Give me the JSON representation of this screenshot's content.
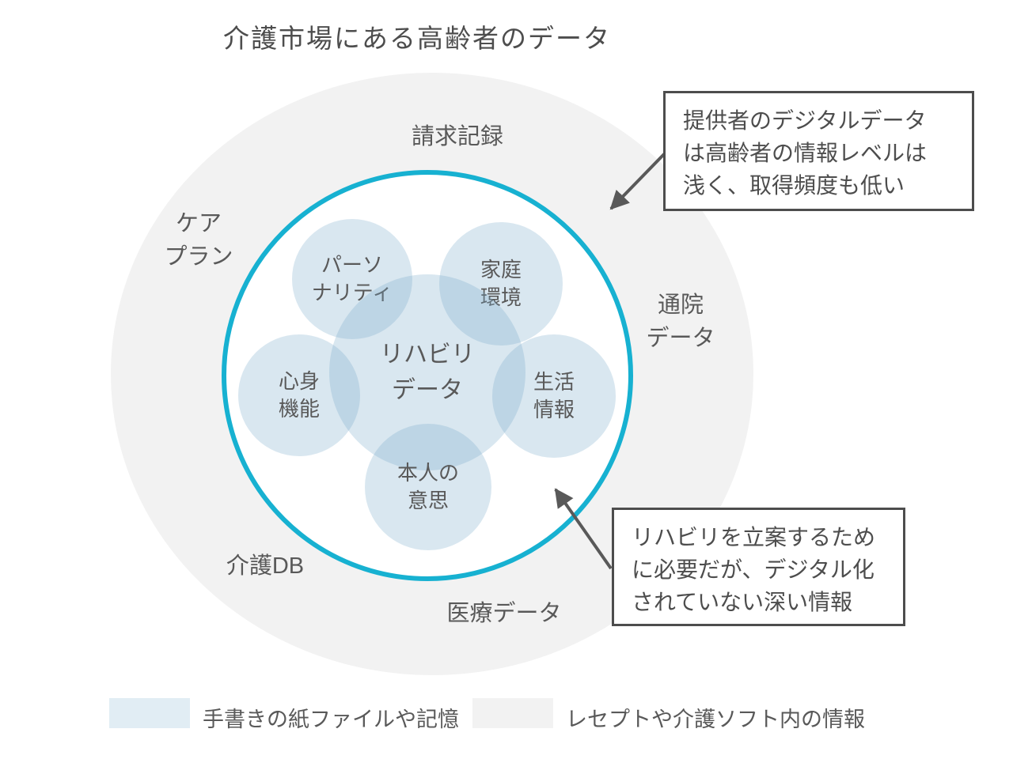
{
  "title": "介護市場にある高齢者のデータ",
  "colors": {
    "accent_cyan": "#17b1d1",
    "bubble_blue": "#e1edf4",
    "outer_gray": "#f2f2f2",
    "text_gray": "#595959"
  },
  "outer_region": {
    "billing": "請求記録",
    "careplan_line1": "ケア",
    "careplan_line2": "プラン",
    "hospital_line1": "通院",
    "hospital_line2": "データ",
    "caredb": "介護DB",
    "medical": "医療データ"
  },
  "bubbles": {
    "personality_line1": "パーソ",
    "personality_line2": "ナリティ",
    "family_line1": "家庭",
    "family_line2": "環境",
    "mindbody_line1": "心身",
    "mindbody_line2": "機能",
    "rehab_line1": "リハビリ",
    "rehab_line2": "データ",
    "life_line1": "生活",
    "life_line2": "情報",
    "will_line1": "本人の",
    "will_line2": "意思"
  },
  "callouts": {
    "digital_line1": "提供者のデジタルデータ",
    "digital_line2": "は高齢者の情報レベルは",
    "digital_line3": "浅く、取得頻度も低い",
    "deep_line1": "リハビリを立案するため",
    "deep_line2": "に必要だが、デジタル化",
    "deep_line3": "されていない深い情報"
  },
  "legend": {
    "handwritten": "手書きの紙ファイルや記憶",
    "software": "レセプトや介護ソフト内の情報"
  }
}
